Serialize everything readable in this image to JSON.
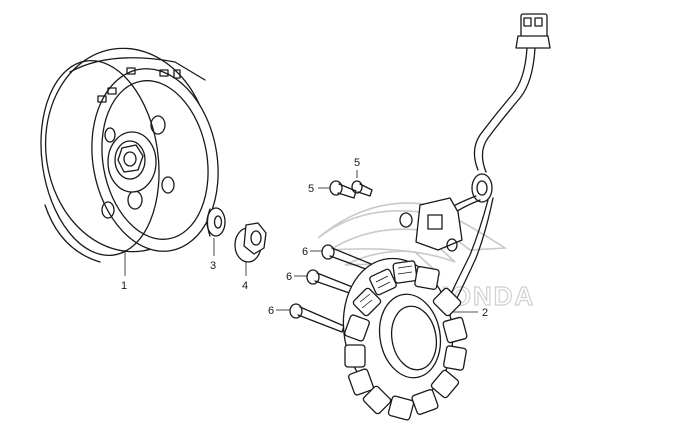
{
  "diagram": {
    "type": "exploded parts diagram",
    "parts": [
      {
        "callout": "1",
        "component": "flywheel-rotor"
      },
      {
        "callout": "2",
        "component": "stator-assembly"
      },
      {
        "callout": "3",
        "component": "washer"
      },
      {
        "callout": "4",
        "component": "flange-nut"
      },
      {
        "callout": "5",
        "component": "bolt"
      },
      {
        "callout": "5",
        "component": "bolt"
      },
      {
        "callout": "6",
        "component": "bolt"
      },
      {
        "callout": "6",
        "component": "bolt"
      },
      {
        "callout": "6",
        "component": "bolt"
      }
    ],
    "watermark": "HONDA"
  }
}
